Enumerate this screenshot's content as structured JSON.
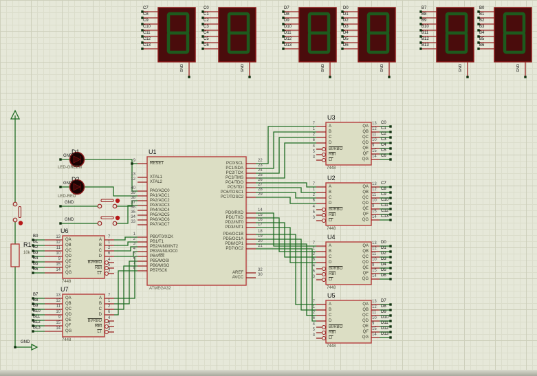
{
  "colors": {
    "background": "#e6e8d9",
    "wire_green": "#1e6b22",
    "pin_red": "#992222",
    "chip_fill": "#dcdec4",
    "chip_border": "#b43c3c",
    "display_body": "#4a0c0c",
    "segment_green": "#1d5a1d",
    "junction": "#0d2f0d"
  },
  "labels": {
    "gnd": "GND"
  },
  "displays": [
    {
      "pins": [
        "C7",
        "C8",
        "C9",
        "C10",
        "C11",
        "C12",
        "C13"
      ]
    },
    {
      "pins": [
        "C0",
        "C1",
        "C2",
        "C3",
        "C4",
        "C5",
        "C6"
      ]
    },
    {
      "pins": [
        "D7",
        "D8",
        "D9",
        "D10",
        "D11",
        "D12",
        "D13"
      ]
    },
    {
      "pins": [
        "D0",
        "D1",
        "D2",
        "D3",
        "D4",
        "D5",
        "D6"
      ]
    },
    {
      "pins": [
        "B7",
        "B8",
        "B9",
        "B10",
        "B11",
        "B12",
        "B13"
      ]
    },
    {
      "pins": [
        "B0",
        "B1",
        "B2",
        "B3",
        "B4",
        "B5",
        "B6"
      ]
    }
  ],
  "mcu": {
    "ref": "U1",
    "part": "ATMEGA32",
    "left_pins": [
      {
        "num": "9",
        "ovl": "RESET"
      },
      {
        "num": "13",
        "name": "XTAL1"
      },
      {
        "num": "12",
        "name": "XTAL2"
      },
      {
        "num": "40",
        "name": "PA0/ADC0"
      },
      {
        "num": "39",
        "name": "PA1/ADC1"
      },
      {
        "num": "38",
        "name": "PA2/ADC2"
      },
      {
        "num": "37",
        "name": "PA3/ADC3"
      },
      {
        "num": "36",
        "name": "PA4/ADC4"
      },
      {
        "num": "35",
        "name": "PA5/ADC5"
      },
      {
        "num": "34",
        "name": "PA6/ADC6"
      },
      {
        "num": "33",
        "name": "PA7/ADC7"
      },
      {
        "num": "1",
        "name": "PB0/T0/XCK"
      },
      {
        "num": "2",
        "name": "PB1/T1"
      },
      {
        "num": "3",
        "name": "PB2/AIN0/INT2"
      },
      {
        "num": "4",
        "name": "PB3/AIN1/OC0"
      },
      {
        "num": "5",
        "name": "PB4/",
        "ovl": "SS"
      },
      {
        "num": "6",
        "name": "PB5/MOSI"
      },
      {
        "num": "7",
        "name": "PB6/MISO"
      },
      {
        "num": "8",
        "name": "PB7/SCK"
      }
    ],
    "right_pins": [
      {
        "num": "22",
        "name": "PC0/SCL"
      },
      {
        "num": "23",
        "name": "PC1/SDA"
      },
      {
        "num": "24",
        "name": "PC2/TCK"
      },
      {
        "num": "25",
        "name": "PC3/TMS"
      },
      {
        "num": "26",
        "name": "PC4/TDO"
      },
      {
        "num": "27",
        "name": "PC5/TDI"
      },
      {
        "num": "28",
        "name": "PC6/TOSC1"
      },
      {
        "num": "29",
        "name": "PC7/TOSC2"
      },
      {
        "num": "14",
        "name": "PD0/RXD"
      },
      {
        "num": "15",
        "name": "PD1/TXD"
      },
      {
        "num": "16",
        "name": "PD2/INT0"
      },
      {
        "num": "17",
        "name": "PD3/INT1"
      },
      {
        "num": "18",
        "name": "PD4/OC1B"
      },
      {
        "num": "19",
        "name": "PD5/OC1A"
      },
      {
        "num": "20",
        "name": "PD6/ICP1"
      },
      {
        "num": "21",
        "name": "PD7/OC2"
      },
      {
        "num": "32",
        "name": "AREF"
      },
      {
        "num": "30",
        "name": "AVCC"
      }
    ]
  },
  "decoder_pins": {
    "inputs": [
      {
        "name": "A",
        "num": "7"
      },
      {
        "name": "B",
        "num": "1"
      },
      {
        "name": "C",
        "num": "2"
      },
      {
        "name": "D",
        "num": "6"
      },
      {
        "name": "BI/RBO",
        "num": "4",
        "bubble": true
      },
      {
        "name": "RBI",
        "num": "5",
        "bubble": true
      },
      {
        "name": "LT",
        "num": "3",
        "bubble": true
      }
    ],
    "outputs": [
      {
        "name": "QA",
        "num": "13"
      },
      {
        "name": "QB",
        "num": "12"
      },
      {
        "name": "QC",
        "num": "11"
      },
      {
        "name": "QD",
        "num": "10"
      },
      {
        "name": "QE",
        "num": "9"
      },
      {
        "name": "QF",
        "num": "15"
      },
      {
        "name": "QG",
        "num": "14"
      }
    ]
  },
  "decoders_right": [
    {
      "ref": "U3",
      "part": "7448",
      "nets": [
        "C0",
        "C1",
        "C2",
        "C3",
        "C4",
        "C5",
        "C6"
      ]
    },
    {
      "ref": "U2",
      "part": "7448",
      "nets": [
        "C7",
        "C8",
        "C9",
        "C10",
        "C11",
        "C12",
        "C13"
      ]
    },
    {
      "ref": "U4",
      "part": "7448",
      "nets": [
        "D0",
        "D1",
        "D2",
        "D3",
        "D4",
        "D5",
        "D6"
      ]
    },
    {
      "ref": "U5",
      "part": "7448",
      "nets": [
        "D7",
        "D8",
        "D9",
        "D10",
        "D11",
        "D12",
        "D13"
      ]
    }
  ],
  "decoders_left": [
    {
      "ref": "U6",
      "part": "7448",
      "nets": [
        "B0",
        "B1",
        "B2",
        "B3",
        "B4",
        "B5",
        "B6"
      ]
    },
    {
      "ref": "U7",
      "part": "7448",
      "nets": [
        "B7",
        "B8",
        "B9",
        "B10",
        "B11",
        "B12",
        "B13"
      ]
    }
  ],
  "leds": [
    {
      "ref": "D1",
      "part": "LED-GREEN"
    },
    {
      "ref": "D2",
      "part": "LED-RED"
    }
  ],
  "resistor": {
    "ref": "R1",
    "value": "10k"
  }
}
